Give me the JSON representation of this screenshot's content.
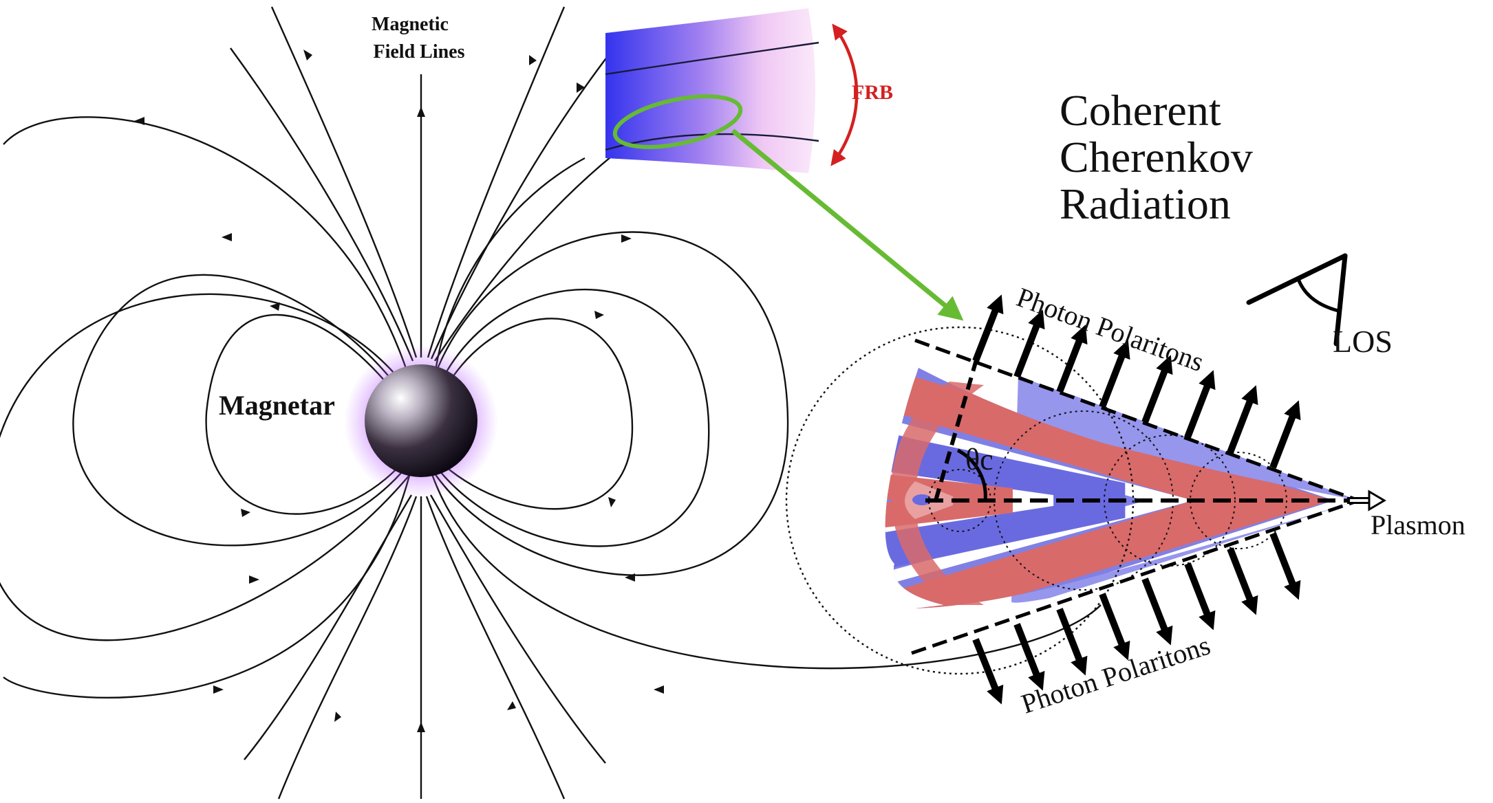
{
  "labels": {
    "field_lines_line1": "Magnetic",
    "field_lines_line2": "Field Lines",
    "magnetar": "Magnetar",
    "frb": "FRB",
    "title_line1": "Coherent",
    "title_line2": "Cherenkov",
    "title_line3": "Radiation",
    "polaritons_top": "Photon Polaritons",
    "polaritons_bottom": "Photon Polaritons",
    "angle": "θc",
    "los": "LOS",
    "plasmon": "Plasmon"
  },
  "colors": {
    "field_line": "#111111",
    "frb_arrow": "#d42020",
    "frb_label": "#d42020",
    "zoom_connector": "#66bb33",
    "sheet_blue": "#3a3ae8",
    "sheet_pink": "#f4d4f4",
    "band_red": "#d96a6a",
    "band_blue": "#6a6ae0",
    "magnetar_glow": "#9b30ff"
  }
}
